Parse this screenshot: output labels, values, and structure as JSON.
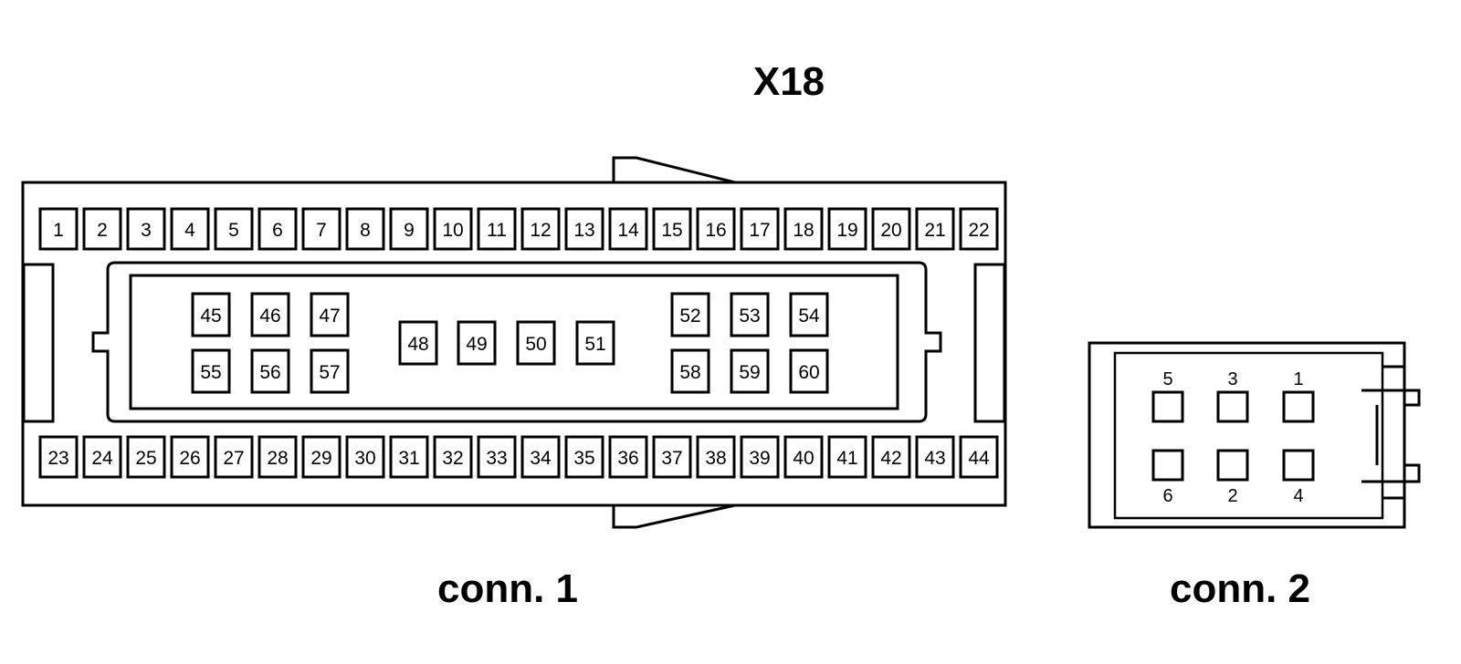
{
  "title": "X18",
  "connector1": {
    "label": "conn. 1",
    "top_row": [
      "1",
      "2",
      "3",
      "4",
      "5",
      "6",
      "7",
      "8",
      "9",
      "10",
      "11",
      "12",
      "13",
      "14",
      "15",
      "16",
      "17",
      "18",
      "19",
      "20",
      "21",
      "22"
    ],
    "bottom_row": [
      "23",
      "24",
      "25",
      "26",
      "27",
      "28",
      "29",
      "30",
      "31",
      "32",
      "33",
      "34",
      "35",
      "36",
      "37",
      "38",
      "39",
      "40",
      "41",
      "42",
      "43",
      "44"
    ],
    "inner_left_top": [
      "45",
      "46",
      "47"
    ],
    "inner_left_bottom": [
      "55",
      "56",
      "57"
    ],
    "inner_middle": [
      "48",
      "49",
      "50",
      "51"
    ],
    "inner_right_top": [
      "52",
      "53",
      "54"
    ],
    "inner_right_bottom": [
      "58",
      "59",
      "60"
    ]
  },
  "connector2": {
    "label": "conn. 2",
    "top_labels": [
      "5",
      "3",
      "1"
    ],
    "bottom_labels": [
      "6",
      "2",
      "4"
    ]
  }
}
